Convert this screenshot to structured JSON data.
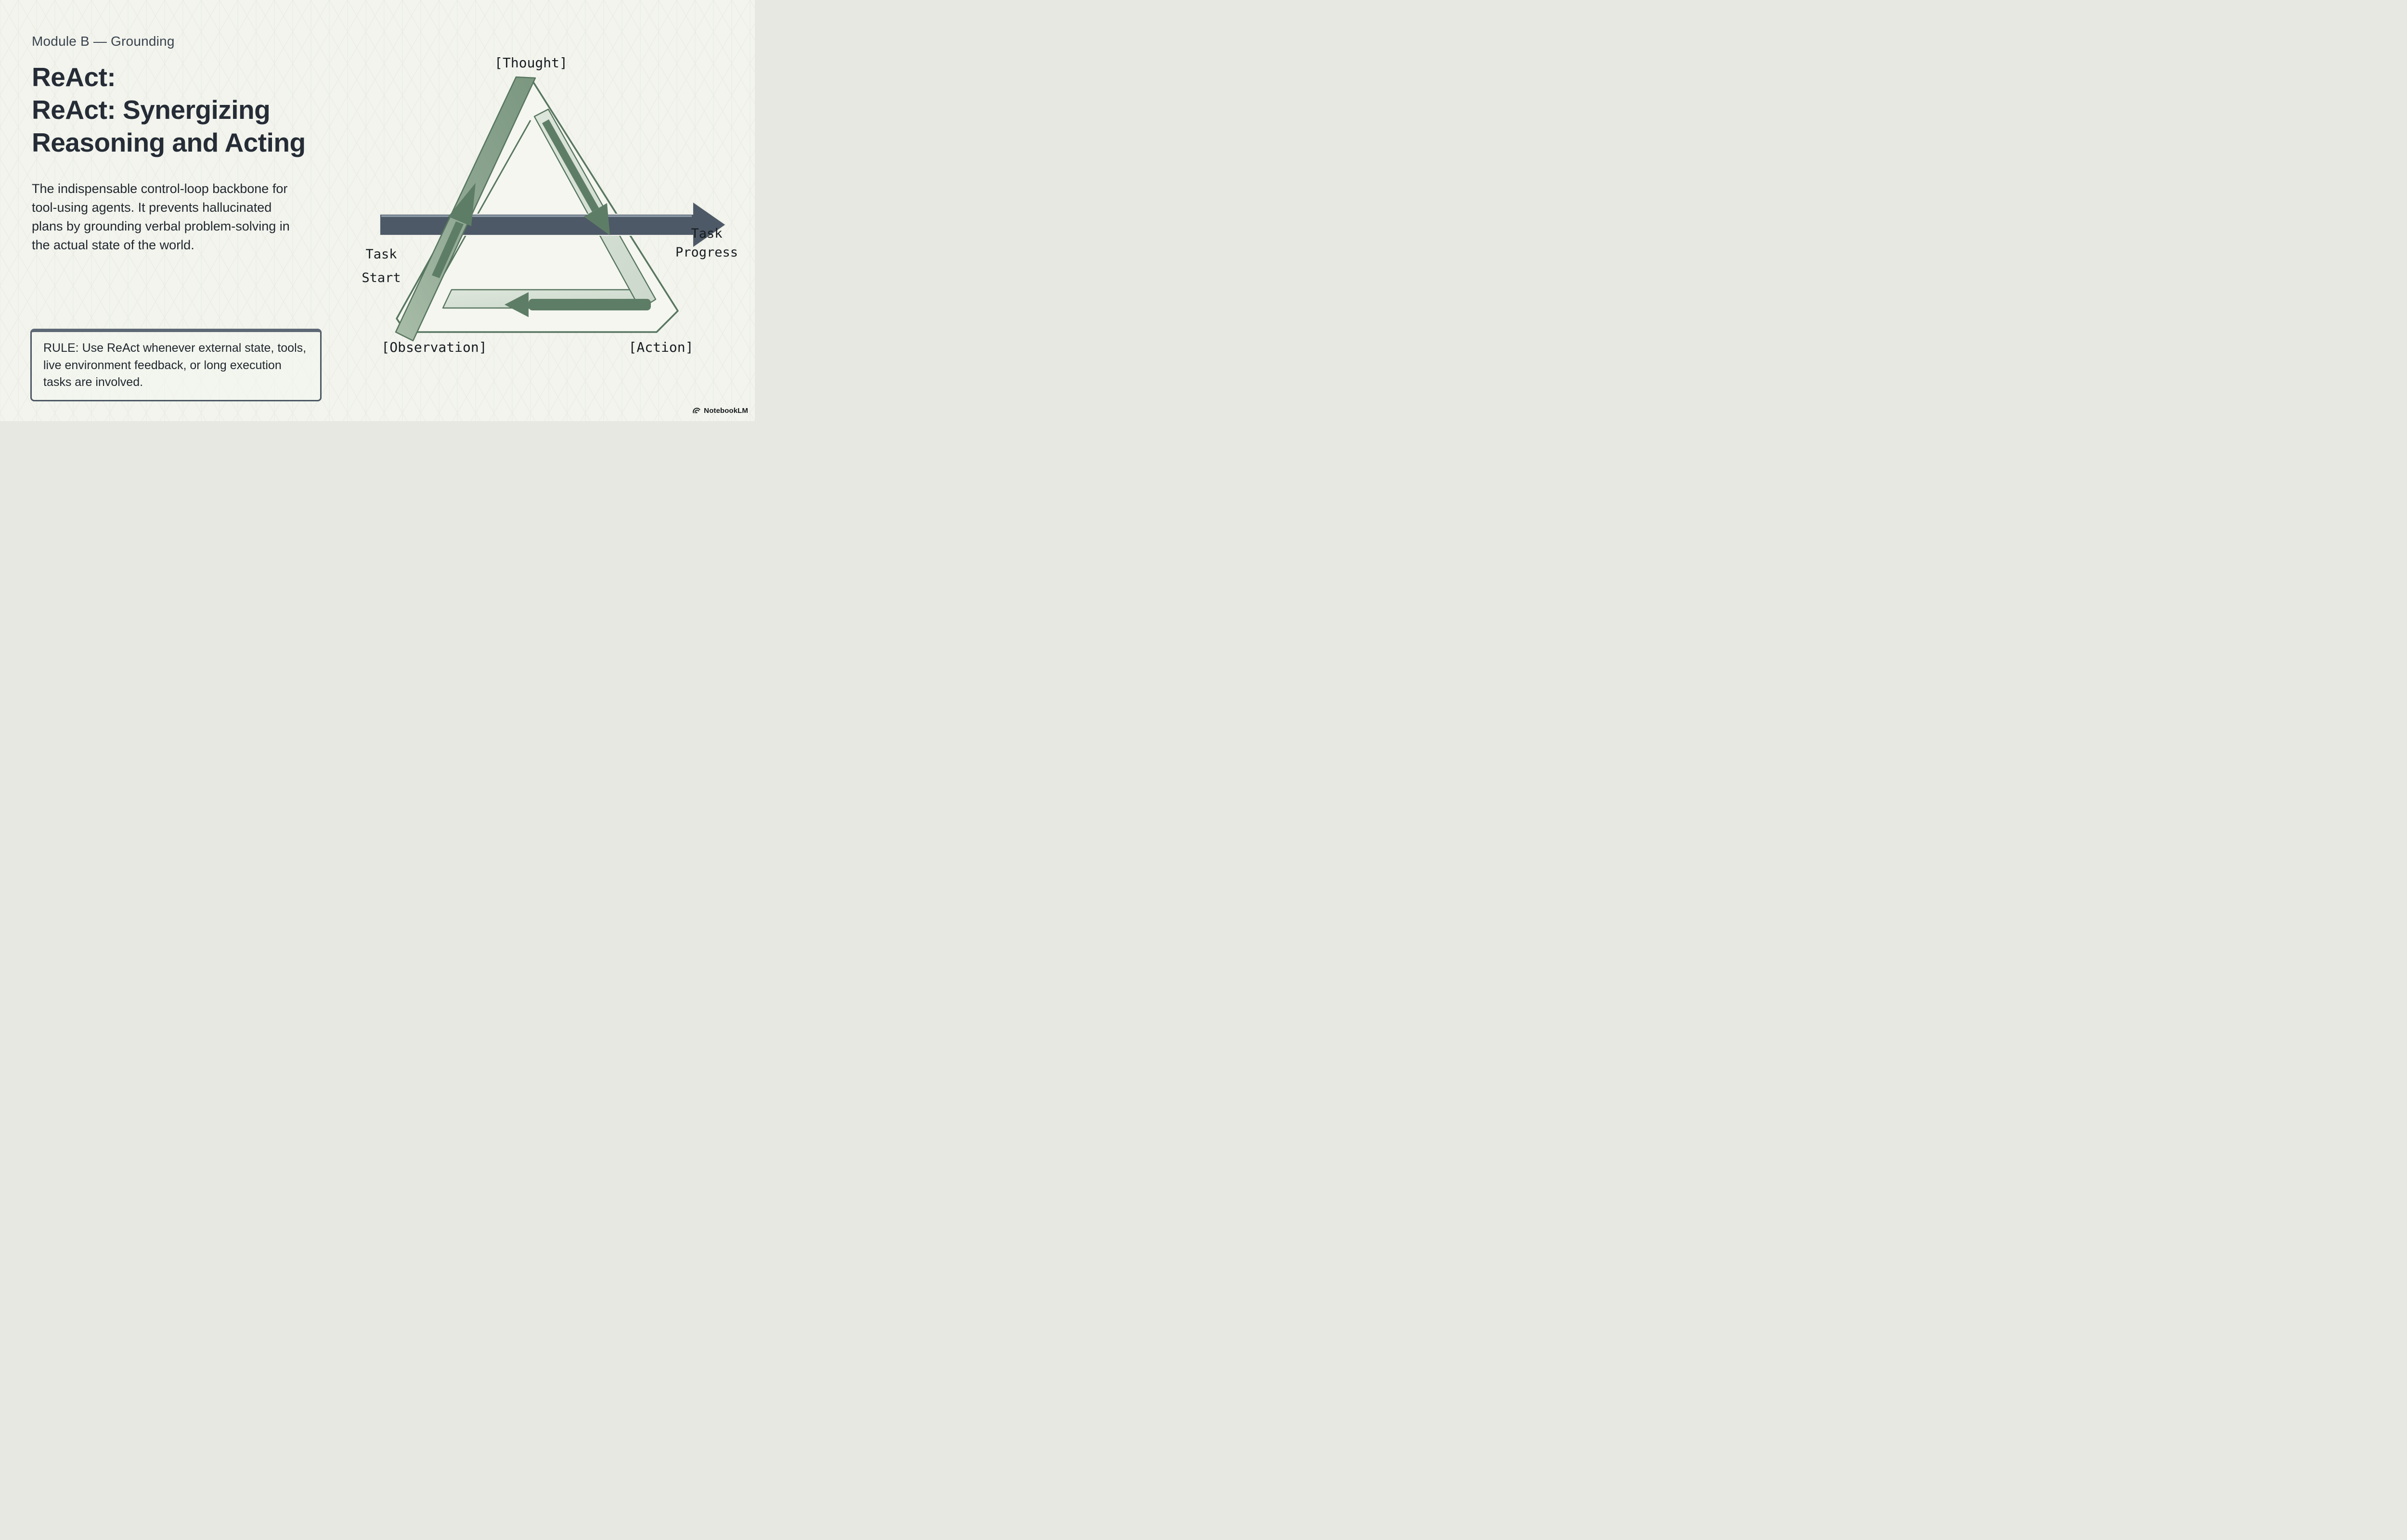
{
  "slide": {
    "module_label": "Module B — Grounding",
    "title_line1": "ReAct:",
    "title_line2": "ReAct: Synergizing Reasoning and Acting",
    "description": "The indispensable control-loop backbone for tool-using agents. It prevents hallucinated plans by grounding verbal problem-solving in the actual state of the world.",
    "rule": "RULE: Use ReAct whenever external state, tools, live environment feedback, or long execution tasks are involved."
  },
  "diagram": {
    "type": "cycle-diagram",
    "loop_nodes": [
      "[Thought]",
      "[Action]",
      "[Observation]"
    ],
    "labels": {
      "top": "[Thought]",
      "bottom_left": "[Observation]",
      "bottom_right": "[Action]",
      "axis_start_line1": "Task",
      "axis_start_line2": "Start",
      "axis_end_line1": "Task",
      "axis_end_line2": "Progress"
    },
    "colors": {
      "band_green": "#86a089",
      "dark_green": "#5e7d66",
      "light_band": "#d4dfd3",
      "outline_green": "#587660",
      "slate_arrow": "#4d5966",
      "background": "#f2f4ed"
    }
  },
  "footer": {
    "brand": "NotebookLM"
  }
}
